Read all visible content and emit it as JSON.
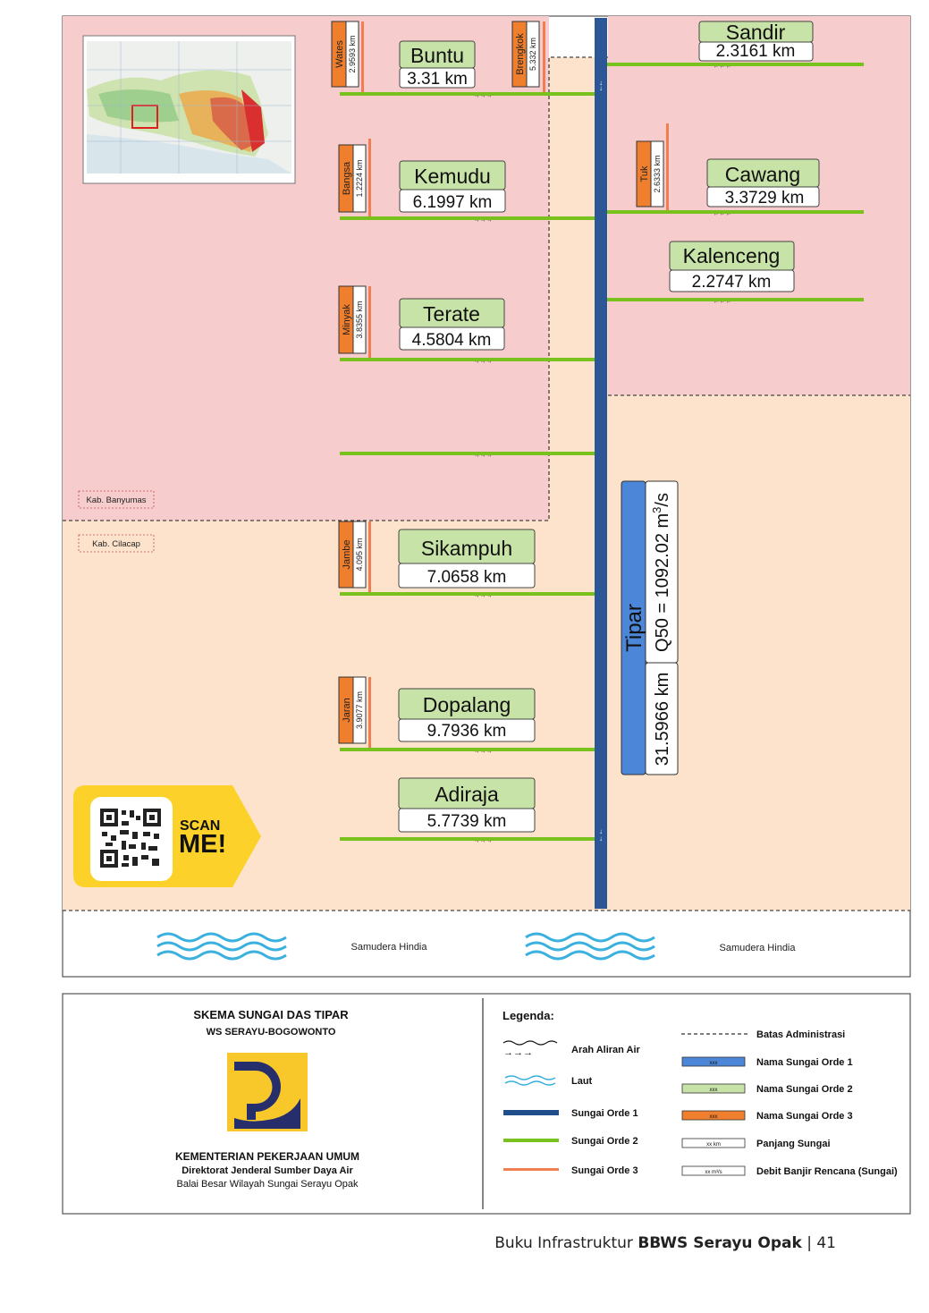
{
  "colors": {
    "banyumas_area": "#f6cccc",
    "cilacap_area": "#fde3cb",
    "order1": "#2b5797",
    "order2": "#79c21e",
    "order3": "#f07e50",
    "order2_label": "#c8e3a7",
    "order3_label": "#f07f2d",
    "order1_label": "#4b86d8",
    "logo_yellow": "#f8c82a",
    "logo_navy": "#262f6c",
    "scan_yellow": "#fcd22a"
  },
  "main_river": {
    "name": "Tipar",
    "length": "31.5966 km",
    "discharge": "Q50 = 1092.02 m",
    "discharge_exp": "3",
    "discharge_unit": "/s"
  },
  "areas": {
    "banyumas": "Kab. Banyumas",
    "cilacap": "Kab. Cilacap"
  },
  "sea": [
    "Samudera Hindia",
    "Samudera Hindia"
  ],
  "rivers_order2": [
    {
      "name": "Buntu",
      "length": "3.31 km"
    },
    {
      "name": "Kemudu",
      "length": "6.1997 km"
    },
    {
      "name": "Terate",
      "length": "4.5804 km"
    },
    {
      "name": "Sikampuh",
      "length": "7.0658 km"
    },
    {
      "name": "Dopalang",
      "length": "9.7936 km"
    },
    {
      "name": "Adiraja",
      "length": "5.7739 km"
    },
    {
      "name": "Sandir",
      "length": "2.3161 km"
    },
    {
      "name": "Cawang",
      "length": "3.3729 km"
    },
    {
      "name": "Kalenceng",
      "length": "2.2747 km"
    }
  ],
  "rivers_order3": [
    {
      "name": "Wates",
      "length": "2.9593 km"
    },
    {
      "name": "Brengkok",
      "length": "5.332 km"
    },
    {
      "name": "Bangsa",
      "length": "1.2224 km"
    },
    {
      "name": "Minyak",
      "length": "3.8355 km"
    },
    {
      "name": "Jambe",
      "length": "4.095 km"
    },
    {
      "name": "Jaran",
      "length": "3.9077 km"
    },
    {
      "name": "Tuk",
      "length": "2.6333 km"
    }
  ],
  "scan": {
    "line1": "SCAN",
    "line2": "ME!"
  },
  "title_block": {
    "title": "SKEMA SUNGAI DAS TIPAR",
    "subtitle": "WS SERAYU-BOGOWONTO",
    "ministry": "KEMENTERIAN PEKERJAAN UMUM",
    "directorate": "Direktorat Jenderal Sumber Daya Air",
    "office": "Balai Besar Wilayah Sungai Serayu Opak"
  },
  "legend": {
    "title": "Legenda:",
    "items_left": [
      "Arah Aliran Air",
      "Laut",
      "Sungai Orde 1",
      "Sungai Orde 2",
      "Sungai Orde 3"
    ],
    "items_right": [
      "Batas Administrasi",
      "Nama Sungai Orde 1",
      "Nama Sungai Orde 2",
      "Nama Sungai Orde 3",
      "Panjang Sungai",
      "Debit Banjir Rencana (Sungai)"
    ],
    "sample_xxx": "xxx",
    "sample_km": "xx km",
    "sample_debit": "xx m³/s"
  },
  "footer": {
    "prefix": "Buku Infrastruktur ",
    "bold": "BBWS Serayu Opak",
    "suffix": " | 41"
  }
}
